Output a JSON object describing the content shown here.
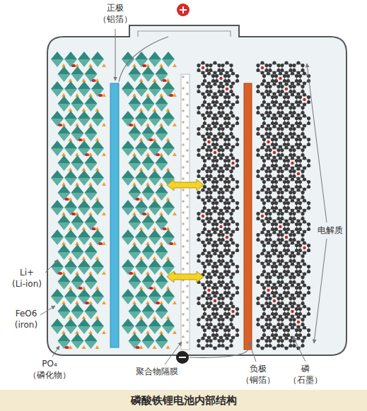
{
  "diagram": {
    "caption": "磷酸铁锂电池内部结构",
    "labels": [
      "正极 （铝箔）",
      "电解质",
      "Li+ (Li‑ion)",
      "FeO6 (iron)",
      "PO₄ （磷化物）",
      "聚合物隔膜",
      "负极 （铜箔）",
      "磷 （石墨）"
    ]
  }
}
